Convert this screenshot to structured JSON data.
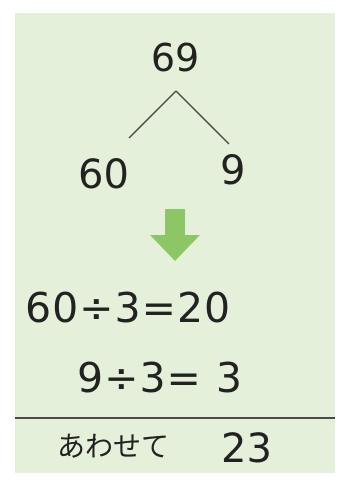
{
  "diagram": {
    "whole": "69",
    "parts": [
      "60",
      "9"
    ],
    "equations": [
      "60÷3=20",
      "9÷3=  3"
    ],
    "total": {
      "label": "あわせて",
      "value": "23"
    }
  },
  "colors": {
    "panel_background": "#e5f0da",
    "arrow": "#8cc665",
    "text": "#222222",
    "lines": "#4a4a4a"
  }
}
